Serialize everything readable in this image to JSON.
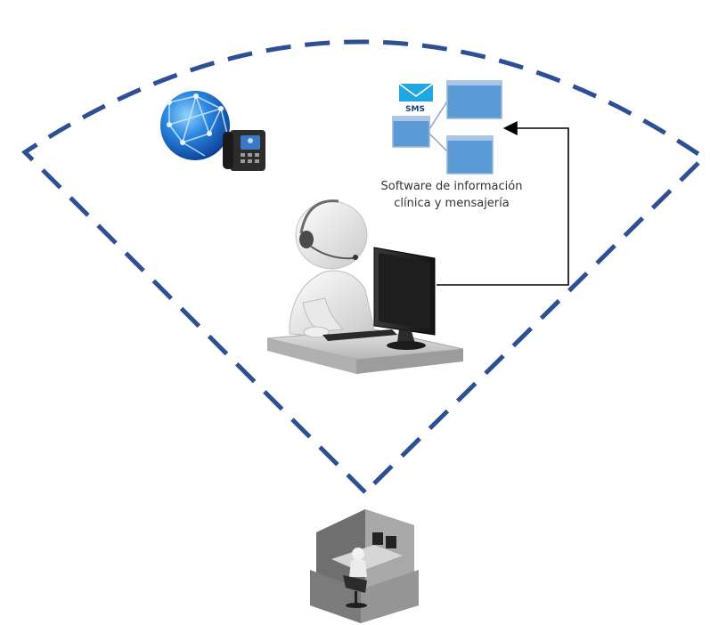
{
  "diagram": {
    "software_label_line1": "Software de información",
    "software_label_line2": "clínica y mensajería",
    "sms_label": "SMS",
    "colors": {
      "coverage_outline": "#2f4f95",
      "window_fill": "#5b9bd5",
      "window_border": "#9cb3d0",
      "globe": "#1f6fd1",
      "connector": "#000000"
    },
    "icons": [
      "globe-network-icon",
      "desk-phone-icon",
      "sms-envelope-icon",
      "software-windows-icon",
      "operator-headset-figure",
      "computer-monitor-icon",
      "office-cubicle-icon"
    ]
  }
}
